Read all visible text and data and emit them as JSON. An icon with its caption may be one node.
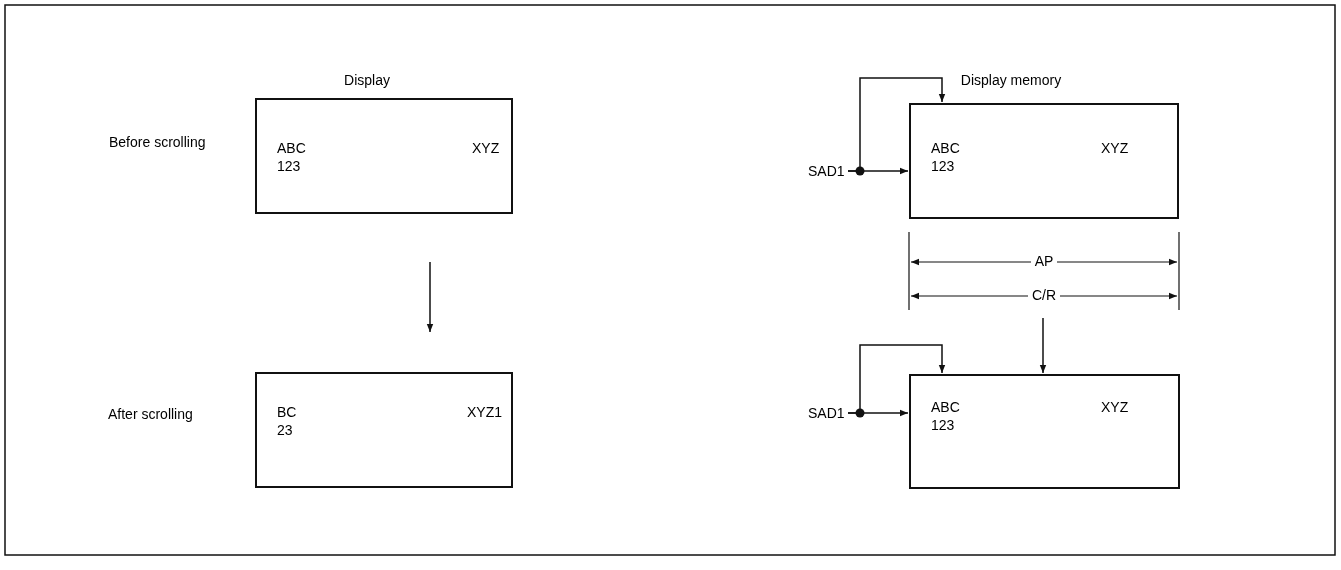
{
  "diagram": {
    "nodes": [
      {
        "text": [
          "Display",
          "ABC",
          "123",
          "XYZ"
        ],
        "beside": [
          "Before scrolling"
        ]
      },
      {
        "text": [
          "BC",
          "23",
          "XYZ1"
        ]
      },
      {
        "text": [
          "SAD1"
        ]
      },
      {
        "text": [
          "Display memory",
          "ABC",
          "123",
          "XYZ"
        ]
      },
      {
        "text": [
          "SAD1"
        ]
      },
      {
        "text": [
          "ABC",
          "123",
          "XYZ"
        ]
      }
    ],
    "edges": [
      {
        "from": 0,
        "to": 1,
        "arrow": "to"
      },
      {
        "from": 2,
        "to": 3,
        "arrow": "to"
      },
      {
        "from": 2,
        "to": 3,
        "arrow": "to"
      },
      {
        "from": 4,
        "to": 5,
        "arrow": "to"
      },
      {
        "from": 4,
        "to": 5,
        "arrow": "to"
      },
      {
        "from": null,
        "to": 5,
        "arrow": "to"
      }
    ],
    "labels": [
      "AP",
      "C/R",
      "After scrolling"
    ]
  }
}
